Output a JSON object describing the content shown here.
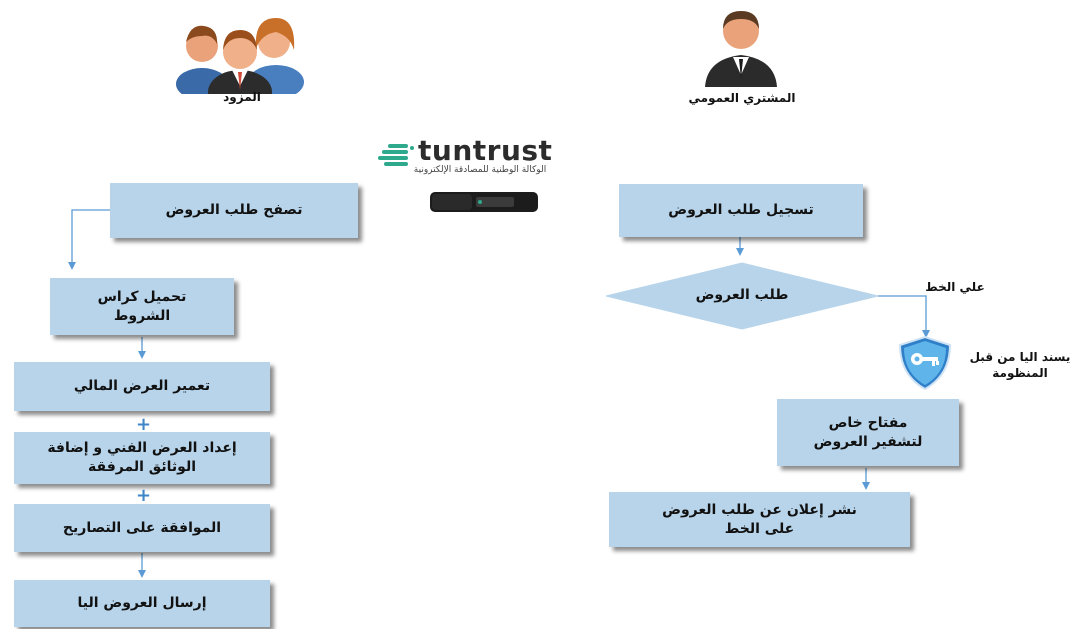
{
  "actors": {
    "supplier_label": "المزود",
    "buyer_label": "المشتري العمومي"
  },
  "logo": {
    "brand": "tuntrust",
    "tagline": "الوكالة الوطنية للمصادقة الإلكترونية"
  },
  "supplier_flow": {
    "browse": "تصفح طلب العروض",
    "download_line1": "تحميل كراس",
    "download_line2": "الشروط",
    "financial": "تعمير العرض المالي",
    "technical_line1": "إعداد العرض الفني و إضافة",
    "technical_line2": "الوثائق المرفقة",
    "approval": "الموافقة على التصاريح",
    "send": "إرسال العروض اليا"
  },
  "buyer_flow": {
    "register": "تسجيل طلب العروض",
    "tender": "طلب العروض",
    "online": "علي الخط",
    "assigned_line1": "يسند اليا من قبل",
    "assigned_line2": "المنظومة",
    "key_line1": "مفتاح خاص",
    "key_line2": "لتشفير العروض",
    "publish_line1": "نشر إعلان عن  طلب العروض",
    "publish_line2": "على الخط"
  },
  "plus_sign": "+",
  "colors": {
    "box_fill": "#b7d4ea",
    "arrow": "#5b9bd5",
    "plus": "#3f86c8"
  }
}
